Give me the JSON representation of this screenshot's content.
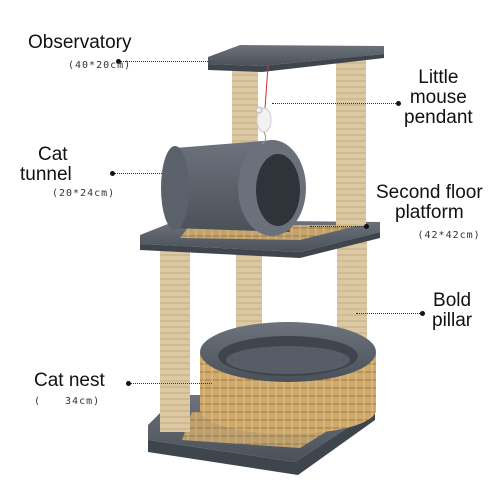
{
  "callouts": {
    "observatory": {
      "label": "Observatory",
      "dimension": "(40*20cm)"
    },
    "mouse": {
      "line1": "Little",
      "line2": "mouse",
      "line3": "pendant"
    },
    "tunnel": {
      "line1": "Cat",
      "line2": "tunnel",
      "dimension": "(20*24cm)"
    },
    "floor": {
      "line1": "Second floor",
      "line2": "platform",
      "dimension": "(42*42cm)"
    },
    "pillar": {
      "line1": "Bold",
      "line2": "pillar"
    },
    "nest": {
      "label": "Cat nest",
      "dimension_open": "(",
      "dimension_value": "34cm)"
    }
  },
  "colors": {
    "plush": "#5f6670",
    "plush_dark": "#3f454d",
    "sisal": "#d9c7a3",
    "rattan": "#c9a468"
  }
}
